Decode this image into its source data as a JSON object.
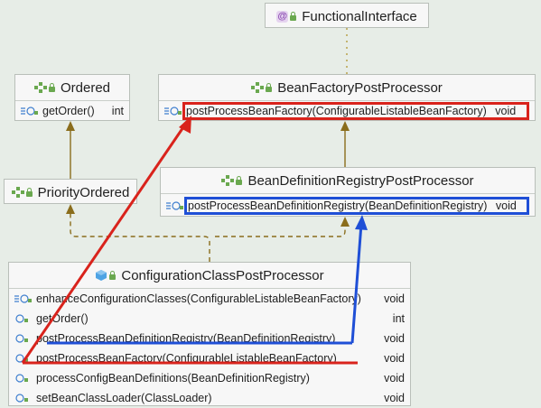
{
  "nodes": {
    "functional_interface": {
      "name": "FunctionalInterface"
    },
    "ordered": {
      "name": "Ordered",
      "method": {
        "sig": "getOrder()",
        "ret": "int"
      }
    },
    "bean_factory_pp": {
      "name": "BeanFactoryPostProcessor",
      "method": {
        "sig": "postProcessBeanFactory(ConfigurableListableBeanFactory)",
        "ret": "void"
      }
    },
    "priority_ordered": {
      "name": "PriorityOrdered"
    },
    "bean_def_registry_pp": {
      "name": "BeanDefinitionRegistryPostProcessor",
      "method": {
        "sig": "postProcessBeanDefinitionRegistry(BeanDefinitionRegistry)",
        "ret": "void"
      }
    },
    "config_class_pp": {
      "name": "ConfigurationClassPostProcessor",
      "methods": [
        {
          "sig": "enhanceConfigurationClasses(ConfigurableListableBeanFactory)",
          "ret": "void"
        },
        {
          "sig": "getOrder()",
          "ret": "int"
        },
        {
          "sig": "postProcessBeanDefinitionRegistry(BeanDefinitionRegistry)",
          "ret": "void"
        },
        {
          "sig": "postProcessBeanFactory(ConfigurableListableBeanFactory)",
          "ret": "void"
        },
        {
          "sig": "processConfigBeanDefinitions(BeanDefinitionRegistry)",
          "ret": "void"
        },
        {
          "sig": "setBeanClassLoader(ClassLoader)",
          "ret": "void"
        }
      ]
    }
  },
  "colors": {
    "highlight_red": "#d9231c",
    "highlight_blue": "#1f4fd6",
    "arrow": "#8a6d1c",
    "background": "#e7ede7"
  }
}
